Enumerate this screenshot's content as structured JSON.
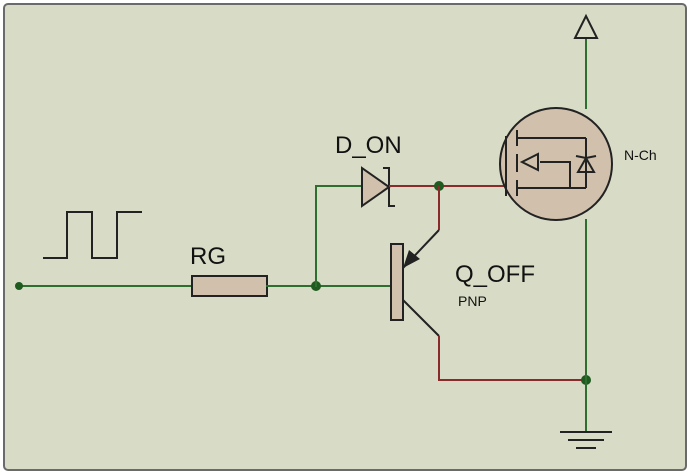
{
  "colors": {
    "background": "#d8dcc6",
    "border": "#6a6a6a",
    "wire": "#2e6e2e",
    "part_line": "#222222",
    "part_fill": "#d0c0ac",
    "node": "#1f5a1f"
  },
  "labels": {
    "resistor": "RG",
    "diode": "D_ON",
    "transistor": "Q_OFF",
    "transistor_type": "PNP",
    "mosfet_type": "N-Ch"
  }
}
